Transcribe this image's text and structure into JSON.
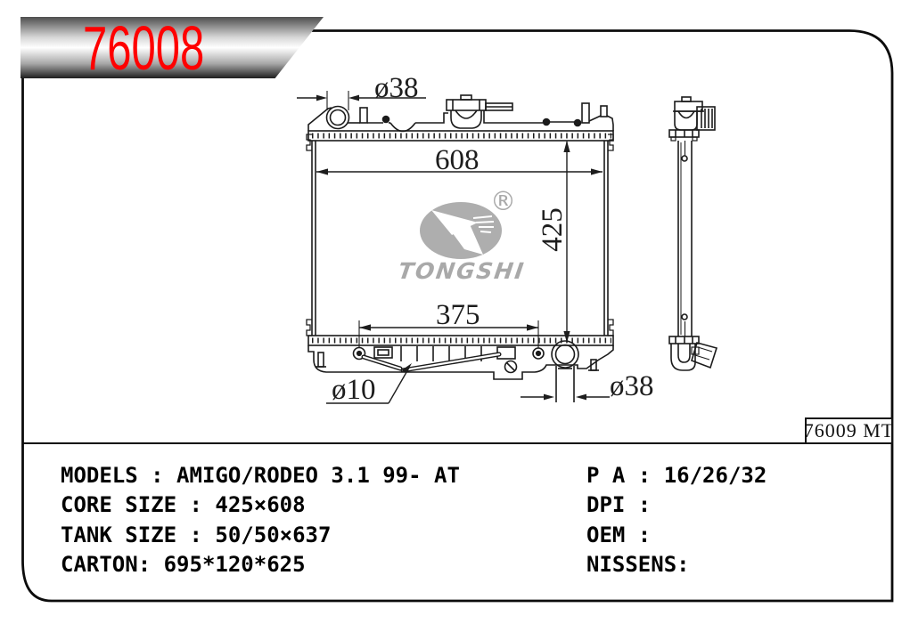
{
  "banner": {
    "part_number": "76008",
    "accent_color": "#ff0000"
  },
  "reference_label": "76009 MT",
  "logo": {
    "brand": "TONGSHI",
    "registered": "®",
    "gray": "#aeaeae"
  },
  "dimensions": {
    "inlet_diameter_top": "ø38",
    "core_width": "608",
    "core_height": "425",
    "bracket_spacing": "375",
    "rod_diameter": "ø10",
    "outlet_diameter_bottom": "ø38"
  },
  "specs": {
    "left": [
      "MODELS : AMIGO/RODEO 3.1 99- AT",
      "CORE SIZE : 425×608",
      "TANK SIZE : 50/50×637",
      "CARTON: 695*120*625"
    ],
    "right": [
      "P A : 16/26/32",
      "DPI :",
      "OEM :",
      "NISSENS:"
    ]
  }
}
